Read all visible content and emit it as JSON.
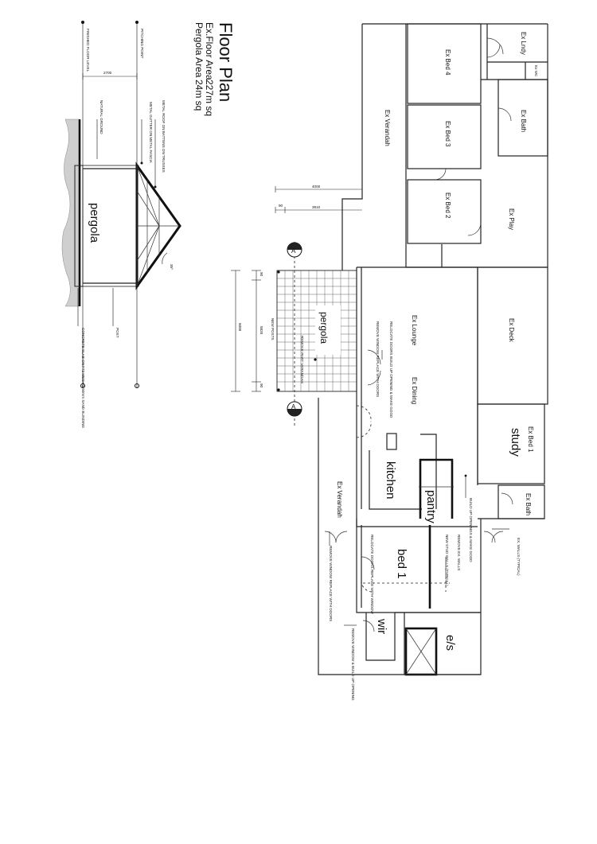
{
  "title": "Floor Plan",
  "areas": [
    {
      "label": "Ex.Floor Area",
      "value": "227m sq"
    },
    {
      "label": "Pergola Area",
      "value": "24m sq"
    }
  ],
  "rooms": {
    "ex_lndy": "Ex Lndy",
    "ex_wc": "Ex WC",
    "ex_bed4": "Ex Bed 4",
    "ex_bath_top": "Ex Bath",
    "ex_bed3": "Ex Bed 3",
    "ex_verandah_top": "Ex Verandah",
    "ex_bed2": "Ex Bed 2",
    "ex_play": "Ex Play",
    "ex_lounge": "Ex Lounge",
    "ex_deck": "Ex Deck",
    "ex_dining": "Ex Dining",
    "ex_bed1": "Ex Bed 1",
    "study": "study",
    "kitchen": "kitchen",
    "pantry": "pantry",
    "ex_bath_bottom": "Ex Bath",
    "ex_verandah_bottom": "Ex Verandah",
    "bed1": "bed 1",
    "wir": "wir",
    "es": "e/s",
    "pergola_plan": "pergola",
    "pergola_section": "pergola"
  },
  "dimensions": {
    "d4000": "4000",
    "d90_top": "90",
    "d3910": "3910",
    "d6000": "6000",
    "d5820": "5820",
    "d90_a": "90",
    "d90_b": "90",
    "d2700": "2700",
    "pitch": "35º"
  },
  "section_markers": {
    "top": "A",
    "bottom": "A"
  },
  "notes": {
    "remove_part_verandah": "REMOVE PART VERANDAH",
    "new_posts": "NEW POSTS",
    "relocate_doors": "RELOCATE DOORS BUILD UP OPENING & MAKE GOOD",
    "remove_window": "REMOVE WINDOW REPLACE WITH DOORS",
    "build_up_openings": "BUILD UP OPENINGS & MAKE GOOD",
    "remove_ex_walls": "REMOVE EX. WALLS",
    "new_stud_walls": "NEW STUD WALLS (TYPICAL)",
    "relocate_doors_window": "RELOCATE DOORS REPLACE WITH WINDOW",
    "ex_walls": "EX. WALLS (TYPICAL)",
    "remove_window_doors": "REMOVE WINDOW REPLACE WITH DOORS",
    "remove_window_build_up": "REMOVE WINDOW & BUILD UP OPENING"
  },
  "section_notes": {
    "finished_floor": "FINISHED FLOOR LEVEL",
    "pitching_point": "PITCHING POINT",
    "metal_roof": "METAL ROOF ON BATTENS ON TRUSSES",
    "metal_gutter": "METAL GUTTER ON METAL FASCIA",
    "natural_ground": "NATURAL GROUND",
    "post": "POST",
    "concrete_slab": "CONCRETE SLAB ON F72 MESH & 50mm SAND BLINDING"
  }
}
